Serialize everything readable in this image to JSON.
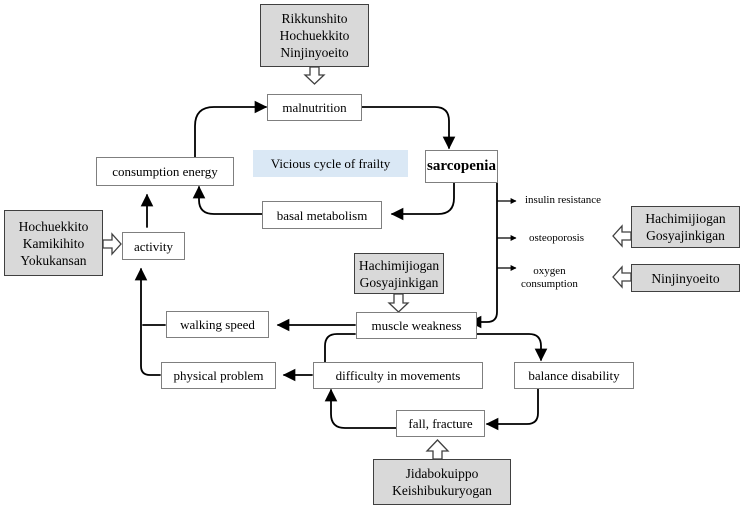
{
  "title": "Vicious cycle of frailty",
  "center": "sarcopenia",
  "nodes": {
    "malnutrition": "malnutrition",
    "consumption_energy": "consumption energy",
    "basal_metabolism": "basal metabolism",
    "activity": "activity",
    "muscle_weakness": "muscle weakness",
    "walking_speed": "walking speed",
    "physical_problem": "physical problem",
    "difficulty_in_movements": "difficulty in movements",
    "balance_disability": "balance disability",
    "fall_fracture": "fall, fracture"
  },
  "side_effects": {
    "insulin_resistance": "insulin resistance",
    "osteoporosis": "osteoporosis",
    "oxygen_consumption": [
      "oxygen",
      "consumption"
    ]
  },
  "herbal_medicines": {
    "top": [
      "Rikkunshito",
      "Hochuekkito",
      "Ninjinyoeito"
    ],
    "left": [
      "Hochuekkito",
      "Kamikihito",
      "Yokukansan"
    ],
    "middle": [
      "Hachimijiogan",
      "Gosyajinkigan"
    ],
    "right_osteoporosis": [
      "Hachimijiogan",
      "Gosyajinkigan"
    ],
    "right_oxygen": [
      "Ninjinyoeito"
    ],
    "bottom": [
      "Jidabokuippo",
      "Keishibukuryogan"
    ]
  },
  "colors": {
    "herb_fill": "#d9d9d9",
    "title_fill": "#dae8f5",
    "box_border": "#7f7f7f",
    "arrow": "#000000"
  }
}
